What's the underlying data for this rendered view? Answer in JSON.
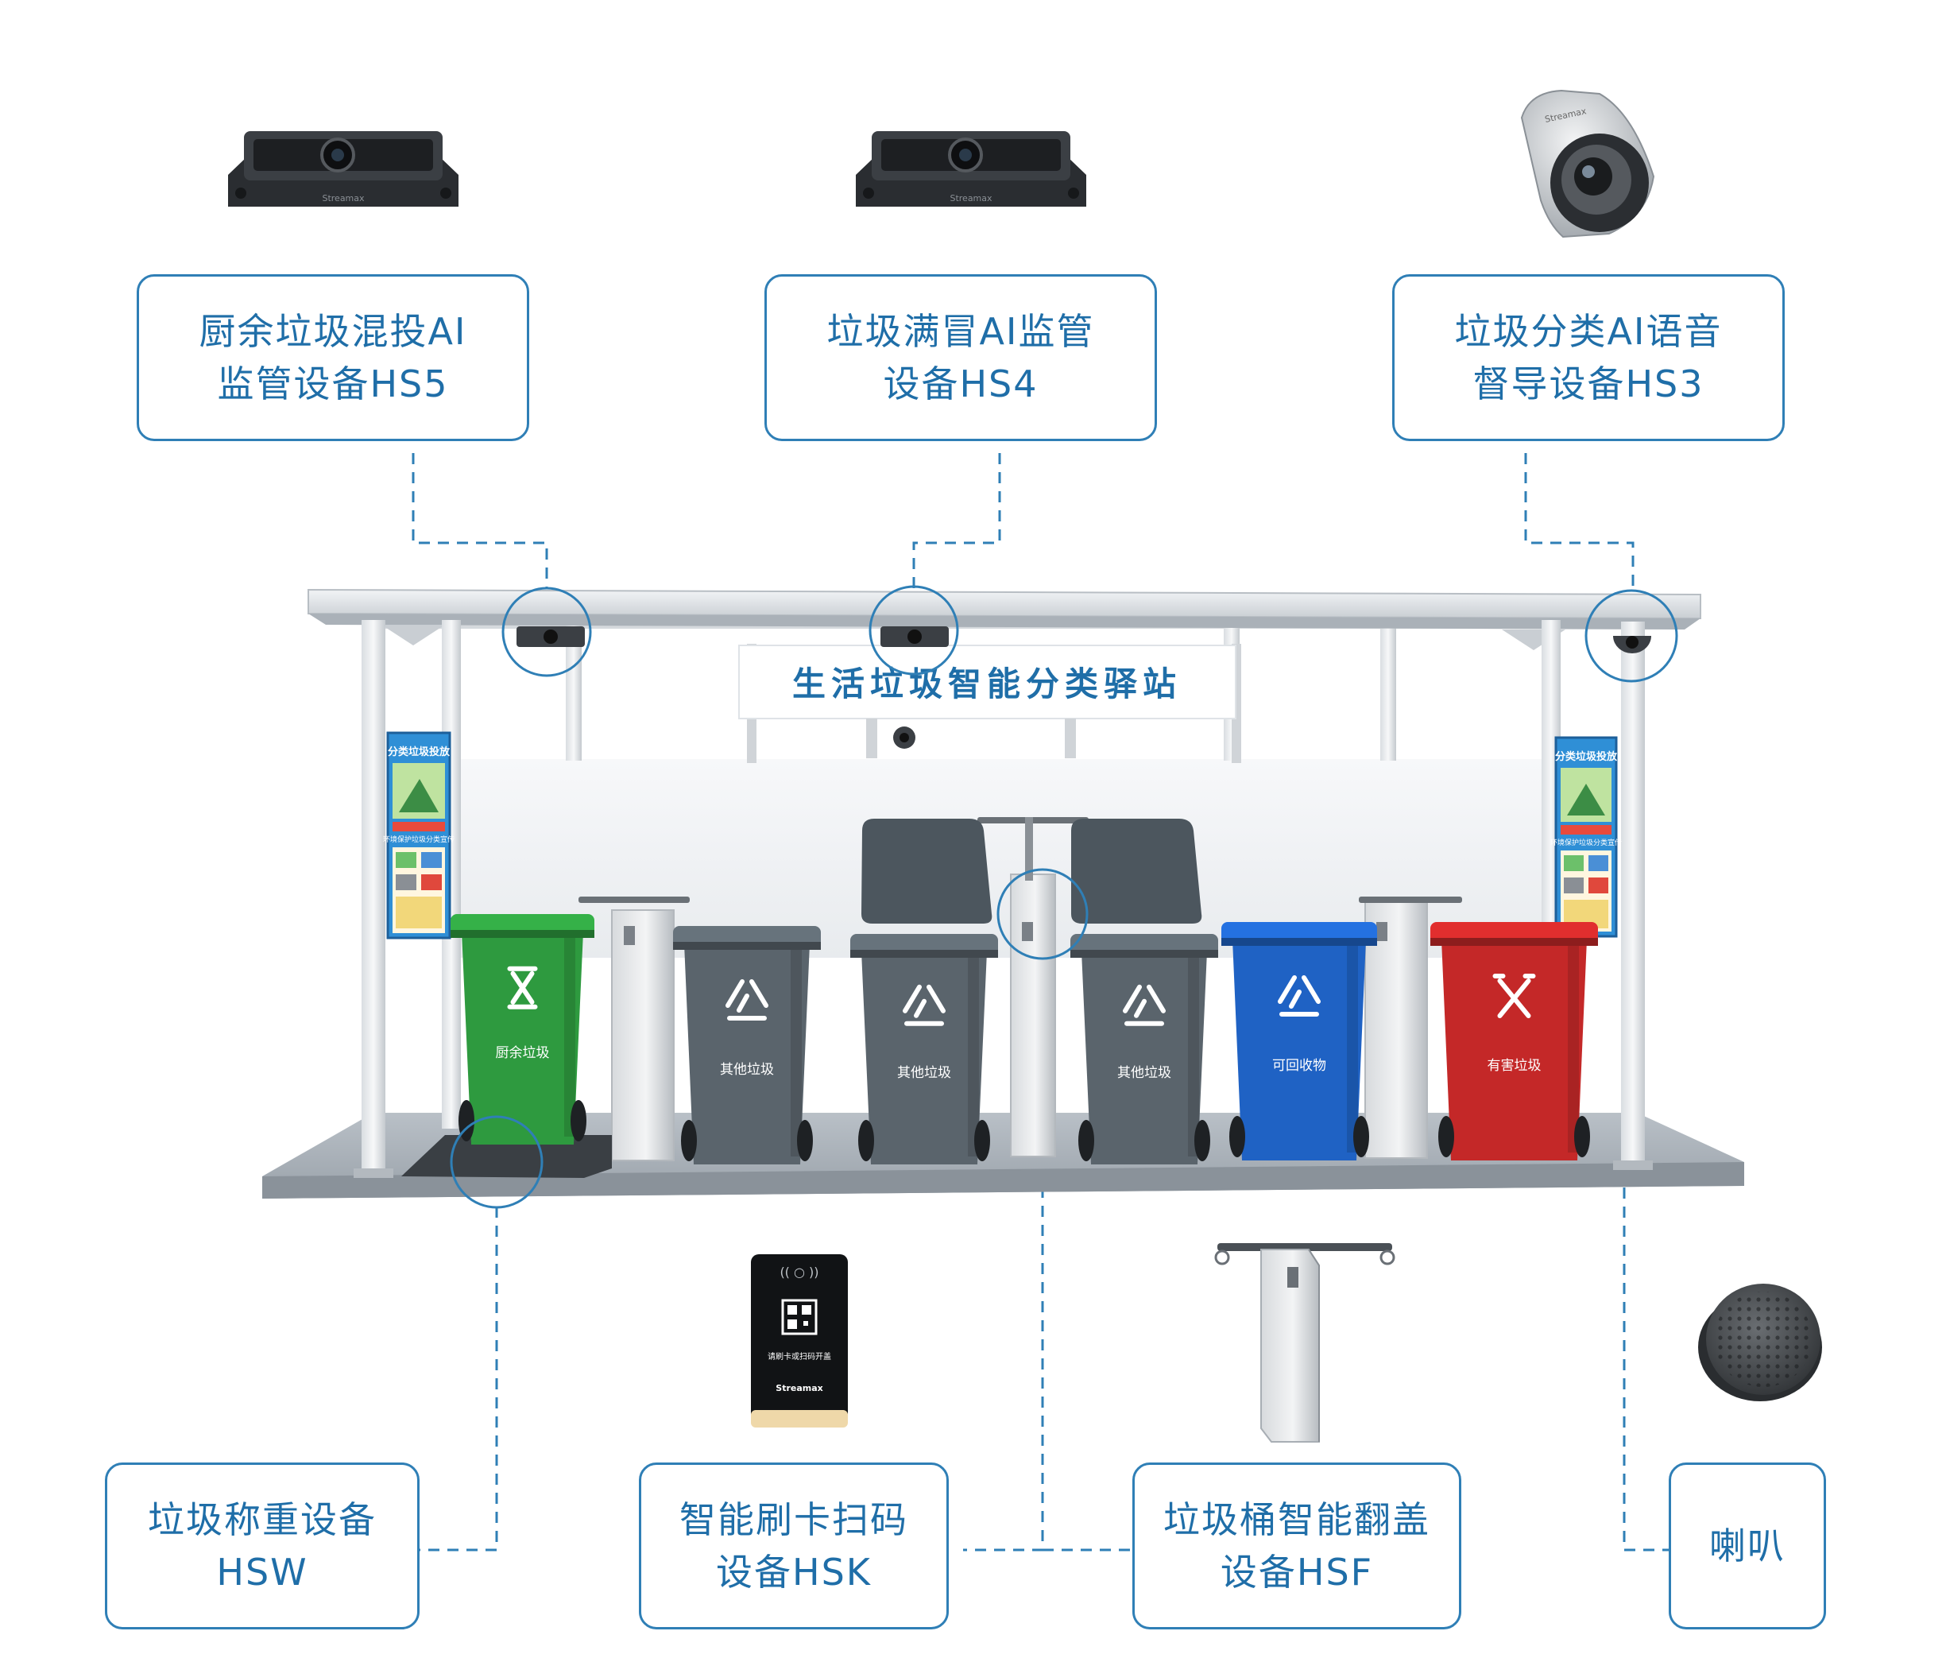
{
  "station_sign": "生活垃圾智能分类驿站",
  "devices": {
    "hs5": {
      "line1": "厨余垃圾混投AI",
      "line2": "监管设备HS5"
    },
    "hs4": {
      "line1": "垃圾满冒AI监管",
      "line2": "设备HS4"
    },
    "hs3": {
      "line1": "垃圾分类AI语音",
      "line2": "督导设备HS3"
    },
    "hsw": {
      "line1": "垃圾称重设备",
      "line2": "HSW"
    },
    "hsk": {
      "line1": "智能刷卡扫码",
      "line2": "设备HSK"
    },
    "hsf": {
      "line1": "垃圾桶智能翻盖",
      "line2": "设备HSF"
    },
    "speaker": {
      "line1": "喇叭"
    }
  },
  "bins": [
    {
      "label": "厨余垃圾",
      "color": "#2e9a3f"
    },
    {
      "label": "其他垃圾",
      "color": "#5a646c"
    },
    {
      "label": "其他垃圾",
      "color": "#5a646c"
    },
    {
      "label": "其他垃圾",
      "color": "#5a646c"
    },
    {
      "label": "可回收物",
      "color": "#1f62c4"
    },
    {
      "label": "有害垃圾",
      "color": "#c42828"
    }
  ],
  "camera_brand": "Streamax",
  "hs3_brand": "Streamax",
  "card_reader": {
    "prompt": "请刷卡或扫码开盖",
    "brand": "Streamax"
  },
  "posters": {
    "title": "分类垃圾投放",
    "subtitle": "环境保护垃圾分类宣传"
  },
  "colors": {
    "accent": "#2f7fb6",
    "dash": "#2f7fb6"
  }
}
